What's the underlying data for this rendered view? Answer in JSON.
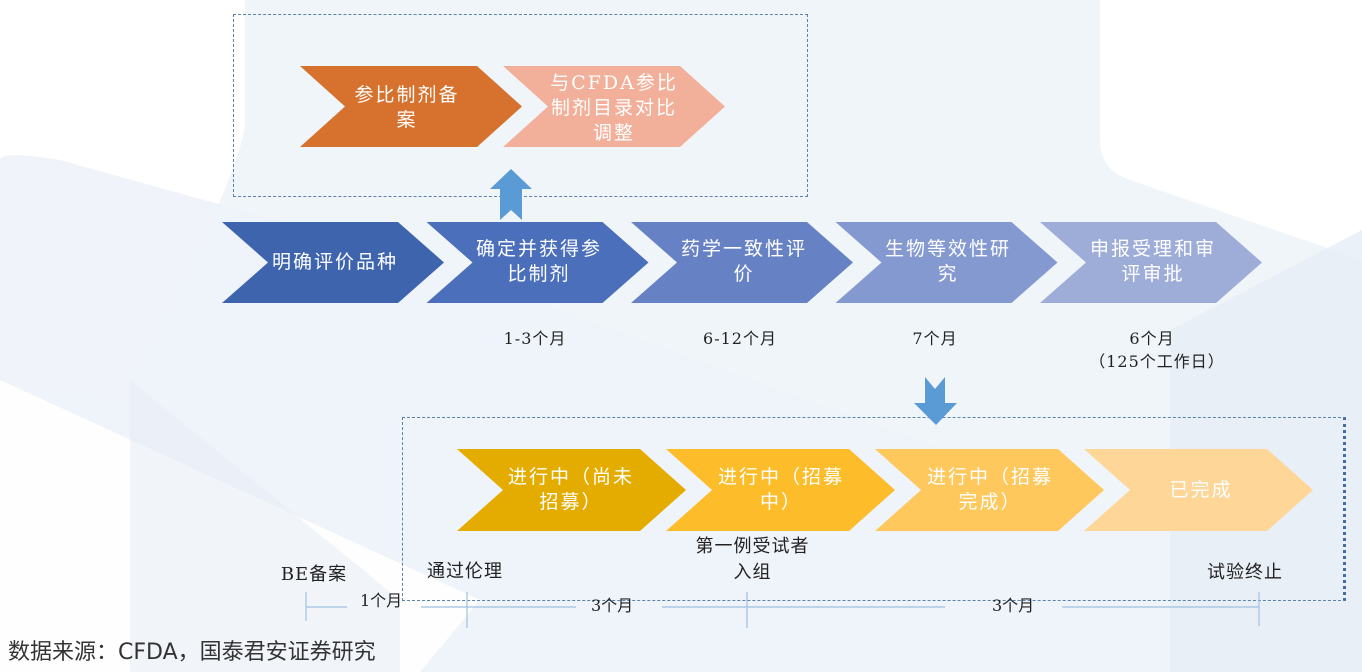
{
  "top_group": {
    "steps": [
      {
        "label": "参比制剂备案",
        "color": "#d6712e"
      },
      {
        "label": "与CFDA参比制剂目录对比调整",
        "color": "#f2b09a"
      }
    ]
  },
  "main_flow": {
    "steps": [
      {
        "label": "明确评价品种",
        "color": "#3e64ae",
        "duration": ""
      },
      {
        "label": "确定并获得参比制剂",
        "color": "#4b6fba",
        "duration": "1-3个月"
      },
      {
        "label": "药学一致性评价",
        "color": "#6782c4",
        "duration": "6-12个月"
      },
      {
        "label": "生物等效性研究",
        "color": "#8499d0",
        "duration": "7个月"
      },
      {
        "label": "申报受理和审评审批",
        "color": "#9eacd8",
        "duration": "6个月",
        "duration_note": "（125个工作日）"
      }
    ]
  },
  "arrows": {
    "up_icon": "arrow-up-icon",
    "down_icon": "arrow-down-icon",
    "color": "#5b9bd5"
  },
  "bottom_group": {
    "steps": [
      {
        "label": "进行中（尚未招募）",
        "color": "#e5ac00"
      },
      {
        "label": "进行中（招募中）",
        "color": "#fdbd2a"
      },
      {
        "label": "进行中（招募完成）",
        "color": "#fec85d"
      },
      {
        "label": "已完成",
        "color": "#fed698"
      }
    ]
  },
  "timeline": {
    "milestones": [
      {
        "label": "BE备案"
      },
      {
        "label": "通过伦理"
      },
      {
        "label": "第一例受试者入组"
      },
      {
        "label": "试验终止"
      }
    ],
    "intervals": [
      "1个月",
      "3个月",
      "3个月"
    ]
  },
  "source": "数据来源：CFDA，国泰君安证券研究"
}
